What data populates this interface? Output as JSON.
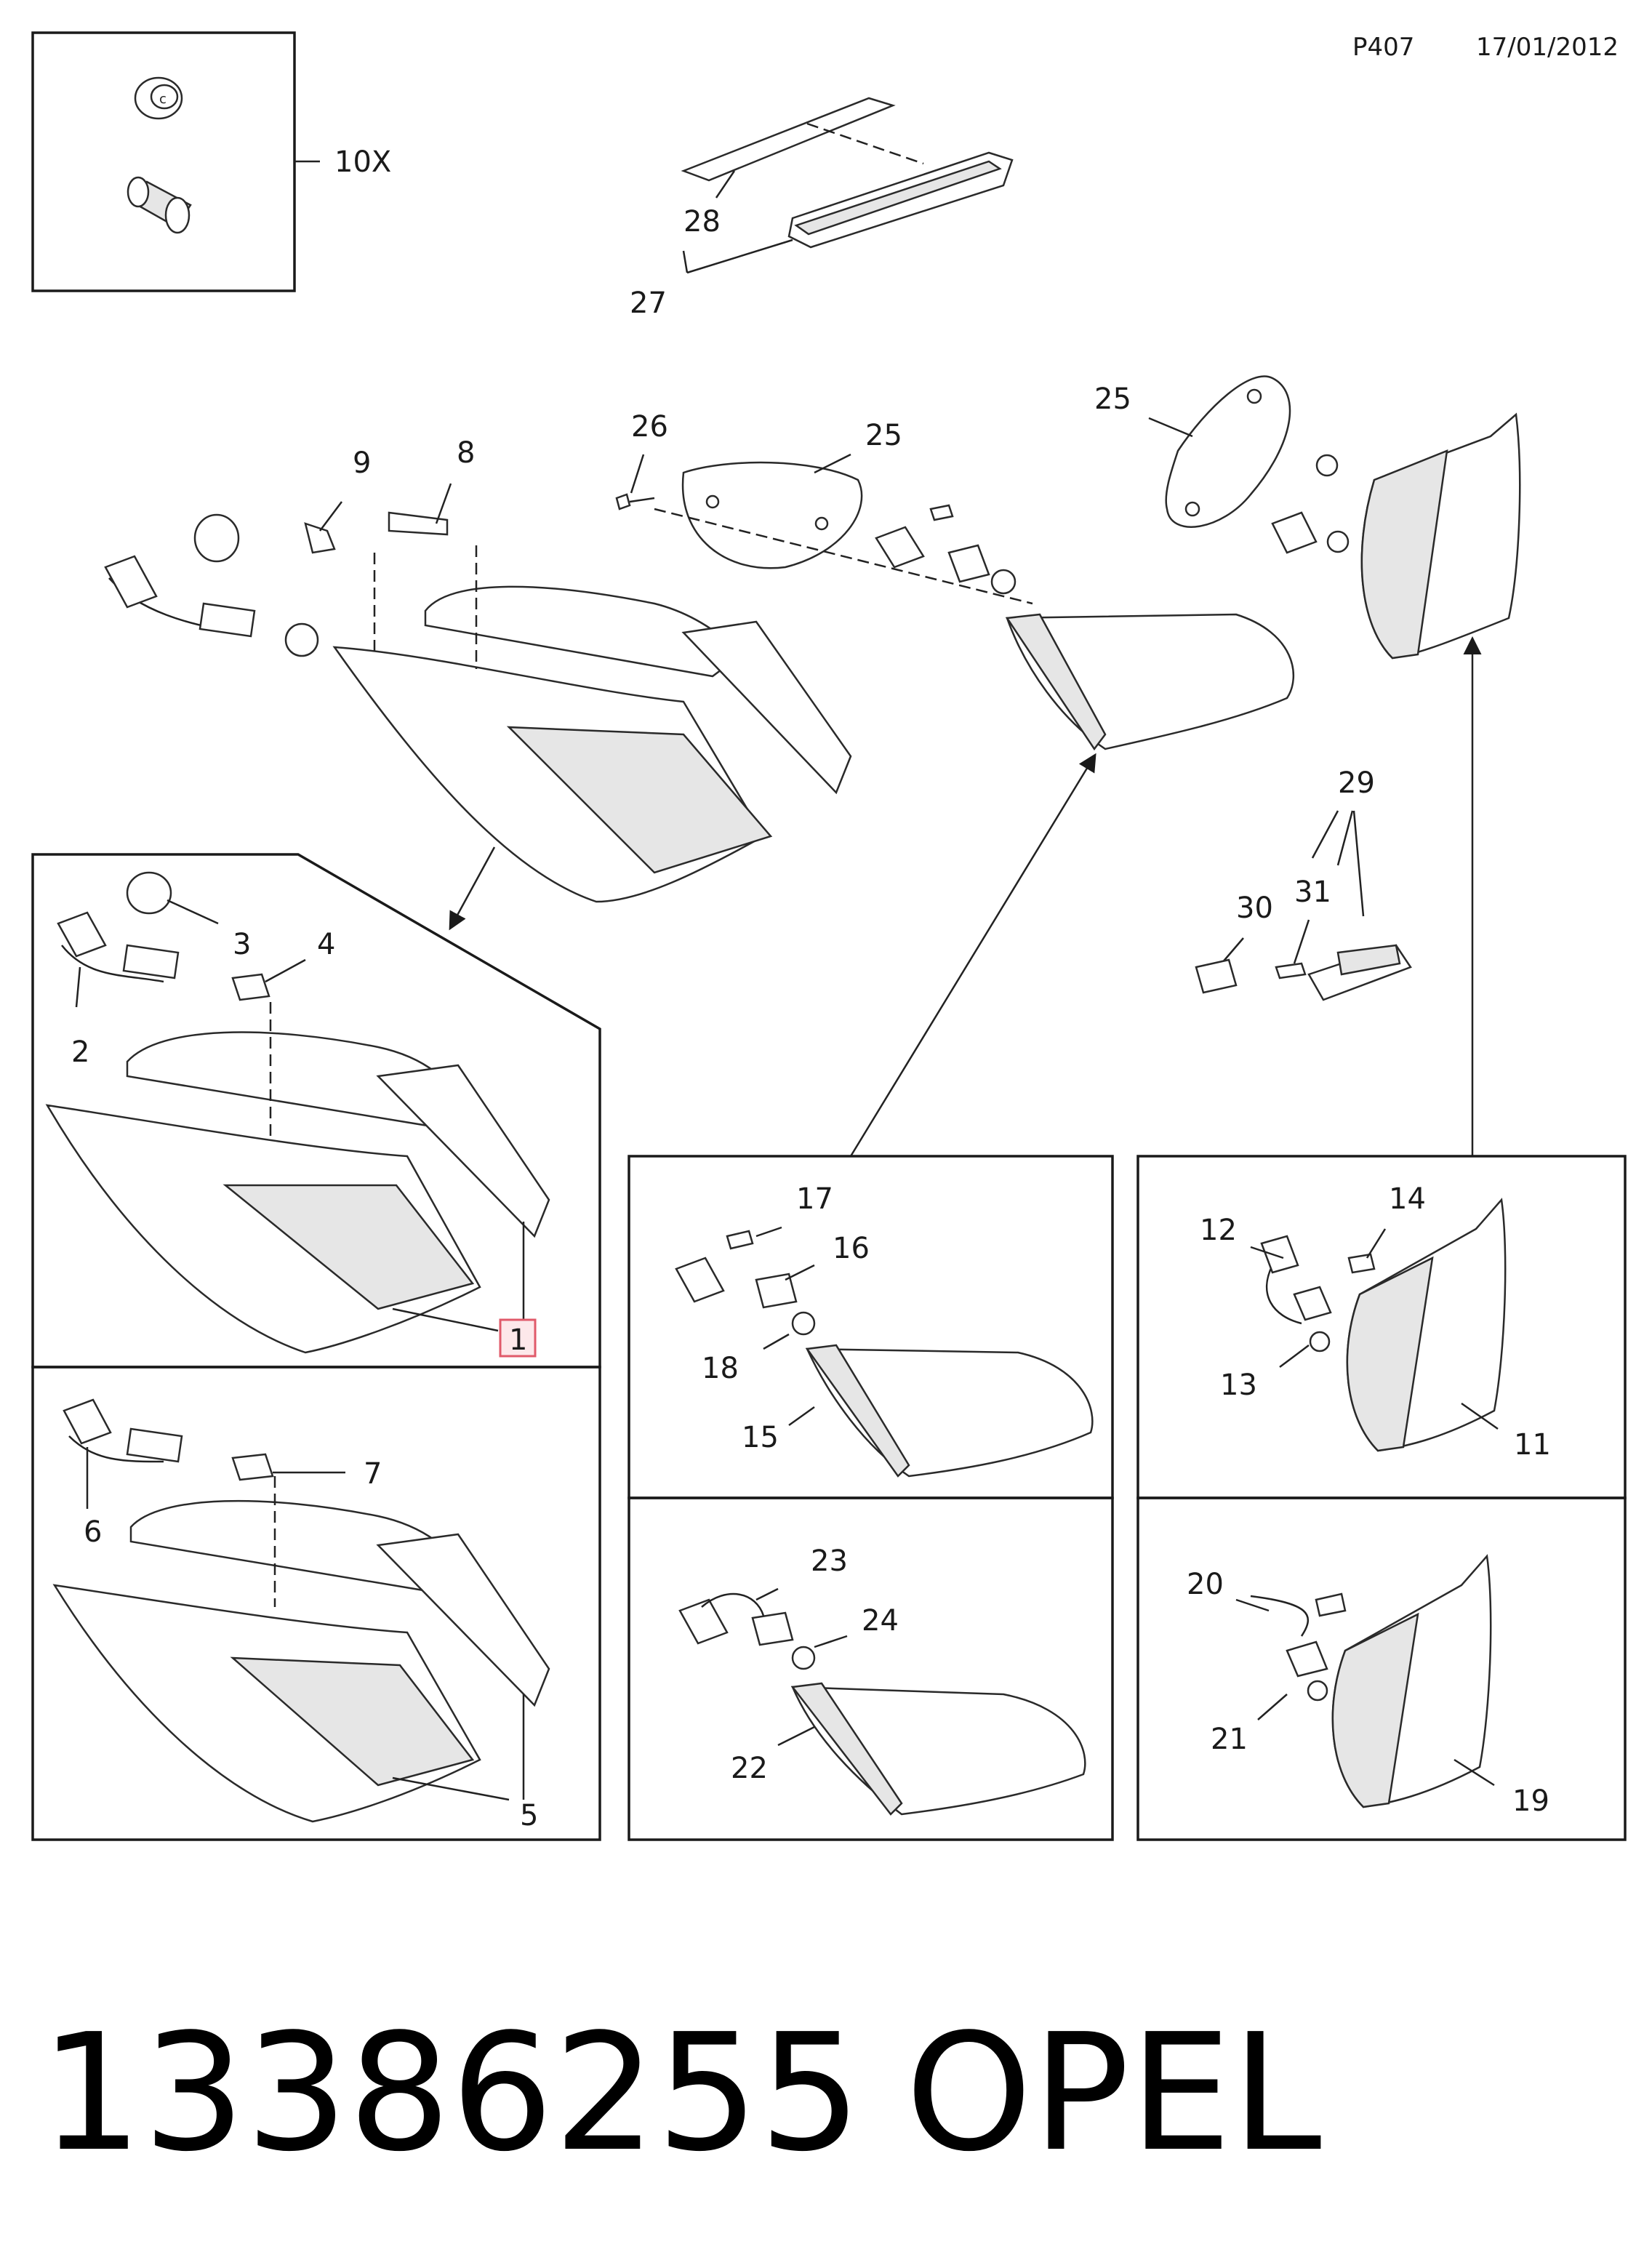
{
  "header": {
    "page_code": "P407",
    "date": "17/01/2012"
  },
  "callouts": {
    "c1": "1",
    "c2": "2",
    "c3": "3",
    "c4": "4",
    "c5": "5",
    "c6": "6",
    "c7": "7",
    "c8": "8",
    "c9": "9",
    "c10x": "10X",
    "c11": "11",
    "c12": "12",
    "c13": "13",
    "c14": "14",
    "c15": "15",
    "c16": "16",
    "c17": "17",
    "c18": "18",
    "c19": "19",
    "c20": "20",
    "c21": "21",
    "c22": "22",
    "c23": "23",
    "c24": "24",
    "c25a": "25",
    "c25b": "25",
    "c26": "26",
    "c27": "27",
    "c28": "28",
    "c29": "29",
    "c30": "30",
    "c31": "31"
  },
  "footer": {
    "part_number": "13386255",
    "brand": "OPEL"
  },
  "colors": {
    "line": "#1a1a1a",
    "highlight_box": "#e05a6a",
    "background": "#ffffff"
  }
}
